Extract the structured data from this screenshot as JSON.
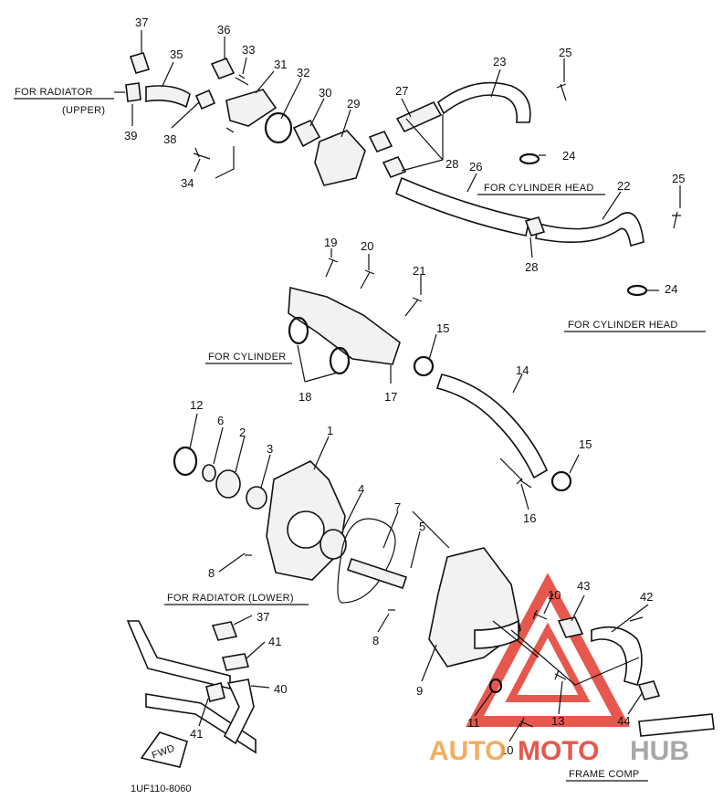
{
  "diagram": {
    "labels": {
      "p1": "1",
      "p2": "2",
      "p3": "3",
      "p4": "4",
      "p5": "5",
      "p6": "6",
      "p7": "7",
      "p8a": "8",
      "p8b": "8",
      "p9": "9",
      "p10a": "10",
      "p10b": "10",
      "p11": "11",
      "p12": "12",
      "p13": "13",
      "p14": "14",
      "p15a": "15",
      "p15b": "15",
      "p16": "16",
      "p17": "17",
      "p18": "18",
      "p19": "19",
      "p20": "20",
      "p21": "21",
      "p22": "22",
      "p23": "23",
      "p24a": "24",
      "p24b": "24",
      "p25a": "25",
      "p25b": "25",
      "p26": "26",
      "p27": "27",
      "p28a": "28",
      "p28b": "28",
      "p29": "29",
      "p30": "30",
      "p31": "31",
      "p32": "32",
      "p33": "33",
      "p34": "34",
      "p35": "35",
      "p36": "36",
      "p37a": "37",
      "p37b": "37",
      "p38": "38",
      "p39": "39",
      "p40": "40",
      "p41a": "41",
      "p41b": "41",
      "p42": "42",
      "p43": "43",
      "p44": "44"
    },
    "captions": {
      "radiator_upper_1": "FOR RADIATOR",
      "radiator_upper_2": "(UPPER)",
      "cyl_head_1": "FOR CYLINDER HEAD",
      "cyl_head_2": "FOR CYLINDER HEAD",
      "cylinder": "FOR CYLINDER",
      "radiator_lower": "FOR RADIATOR (LOWER)",
      "frame_comp": "FRAME COMP",
      "fwd": "FWD"
    },
    "diagram_code": "1UF110-8060",
    "watermark": {
      "part1": "AUTO",
      "part2": "MOTO",
      "part3": "HUB"
    },
    "colors": {
      "line": "#111111",
      "watermark_red": "#e23b2e",
      "watermark_orange": "#f0a040",
      "watermark_gray": "#9a9a9a"
    }
  }
}
